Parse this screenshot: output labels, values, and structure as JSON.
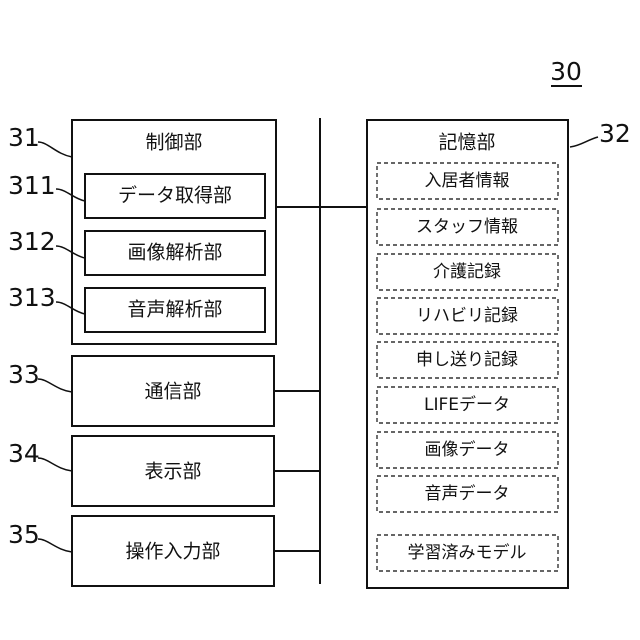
{
  "figure_ref": "30",
  "control": {
    "ref": "31",
    "title": "制御部",
    "items": [
      {
        "ref": "311",
        "label": "データ取得部"
      },
      {
        "ref": "312",
        "label": "画像解析部"
      },
      {
        "ref": "313",
        "label": "音声解析部"
      }
    ]
  },
  "communication": {
    "ref": "33",
    "label": "通信部"
  },
  "display": {
    "ref": "34",
    "label": "表示部"
  },
  "operation_input": {
    "ref": "35",
    "label": "操作入力部"
  },
  "storage": {
    "ref": "32",
    "title": "記憶部",
    "items": [
      "入居者情報",
      "スタッフ情報",
      "介護記録",
      "リハビリ記録",
      "申し送り記録",
      "LIFEデータ",
      "画像データ",
      "音声データ",
      "学習済みモデル"
    ]
  }
}
